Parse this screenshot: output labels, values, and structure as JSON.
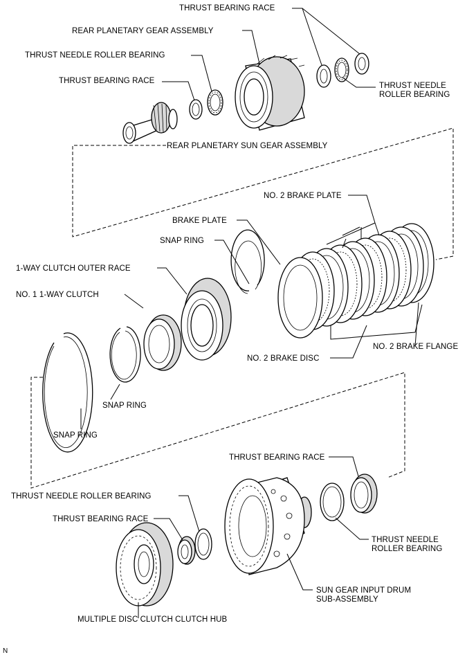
{
  "labels": {
    "thrust_bearing_race_top": "THRUST BEARING RACE",
    "rear_planetary_gear_assembly": "REAR PLANETARY GEAR ASSEMBLY",
    "thrust_needle_roller_bearing_1": "THRUST NEEDLE ROLLER BEARING",
    "thrust_bearing_race_2": "THRUST BEARING RACE",
    "thrust_needle_roller_bearing_right": [
      "THRUST NEEDLE",
      "ROLLER BEARING"
    ],
    "rear_planetary_sun_gear_assembly": "REAR PLANETARY SUN GEAR ASSEMBLY",
    "no2_brake_plate": "NO. 2 BRAKE PLATE",
    "brake_plate": "BRAKE PLATE",
    "snap_ring_1": "SNAP RING",
    "one_way_clutch_outer_race": "1-WAY CLUTCH OUTER RACE",
    "no1_one_way_clutch": "NO. 1 1-WAY CLUTCH",
    "no2_brake_flange": "NO. 2 BRAKE FLANGE",
    "no2_brake_disc": "NO. 2 BRAKE DISC",
    "snap_ring_2": "SNAP RING",
    "snap_ring_3": "SNAP RING",
    "thrust_bearing_race_lower_right": "THRUST BEARING RACE",
    "thrust_needle_roller_bearing_lower_left": "THRUST NEEDLE ROLLER BEARING",
    "thrust_bearing_race_lower_left": "THRUST BEARING RACE",
    "thrust_needle_roller_bearing_lower_right": [
      "THRUST NEEDLE",
      "ROLLER BEARING"
    ],
    "sun_gear_input_drum": [
      "SUN GEAR INPUT DRUM",
      "SUB-ASSEMBLY"
    ],
    "multiple_disc_clutch_hub": "MULTIPLE DISC CLUTCH CLUTCH HUB",
    "corner_code": "N"
  }
}
